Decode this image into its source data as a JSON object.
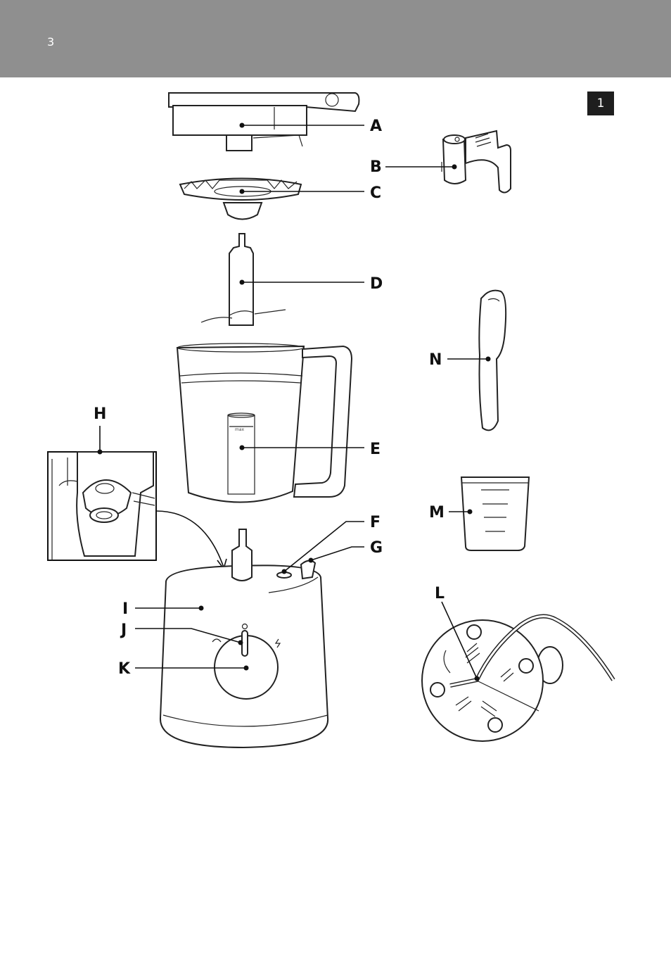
{
  "page": {
    "number": "3",
    "figure_number": "1",
    "colors": {
      "header": "#8f8f8f",
      "badge": "#1e1e1e"
    }
  },
  "labels": {
    "A": "A",
    "B": "B",
    "C": "C",
    "D": "D",
    "E": "E",
    "F": "F",
    "G": "G",
    "H": "H",
    "I": "I",
    "J": "J",
    "K": "K",
    "L": "L",
    "M": "M",
    "N": "N"
  },
  "jar": {
    "max_mark": "max"
  }
}
